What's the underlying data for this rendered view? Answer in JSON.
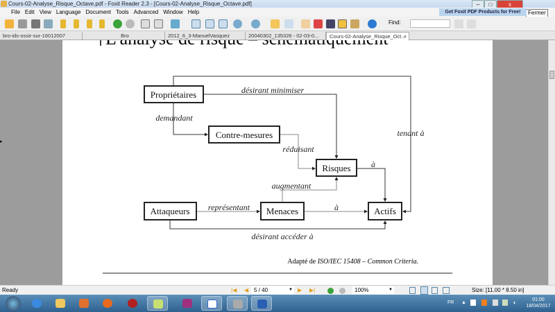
{
  "window": {
    "title": "Cours-02-Analyse_Risque_Octave.pdf - Foxit Reader 2.3 - [Cours-02-Analyse_Risque_Octave.pdf]",
    "close_tooltip": "Fermer",
    "minimize": "–",
    "maximize": "□",
    "close": "x"
  },
  "menu": [
    "File",
    "Edit",
    "View",
    "Language",
    "Document",
    "Tools",
    "Advanced",
    "Window",
    "Help"
  ],
  "promo": "Get Foxit PDF Products for Free!",
  "toolbar": {
    "find_label": "Find:",
    "find_value": ""
  },
  "tabs": [
    "bro-ids-ossir-sur-16012007",
    "Bro",
    "2012_6_3-ManuelVasquez",
    "20040302_135326 - 02-03-0...",
    "Cours-02-Analyse_Risque_Oct..."
  ],
  "document": {
    "title": "L'analyse de risque – schématiquement",
    "nodes": {
      "proprietaires": "Propriétaires",
      "contremesures": "Contre-mesures",
      "risques": "Risques",
      "attaqueurs": "Attaqueurs",
      "menaces": "Menaces",
      "actifs": "Actifs"
    },
    "edges": {
      "desirant_minimiser": "désirant minimiser",
      "demandant": "demandant",
      "reduisant": "réduisant",
      "tenant_a": "tenant à",
      "a_risques": "à",
      "augmentant": "augmentant",
      "representant": "représentant",
      "a_menaces": "à",
      "desirant_acceder": "désirant accéder à"
    },
    "caption_prefix": "Adapté de ",
    "caption_italic": "ISO/IEC 15408 – Common Criteria."
  },
  "status": {
    "ready": "Ready",
    "page": "5 / 40",
    "zoom": "100%",
    "size": "Size: [11.00 * 8.50 in]"
  },
  "tray": {
    "lang": "FR",
    "time": "01:00",
    "date": "18/04/2017"
  }
}
